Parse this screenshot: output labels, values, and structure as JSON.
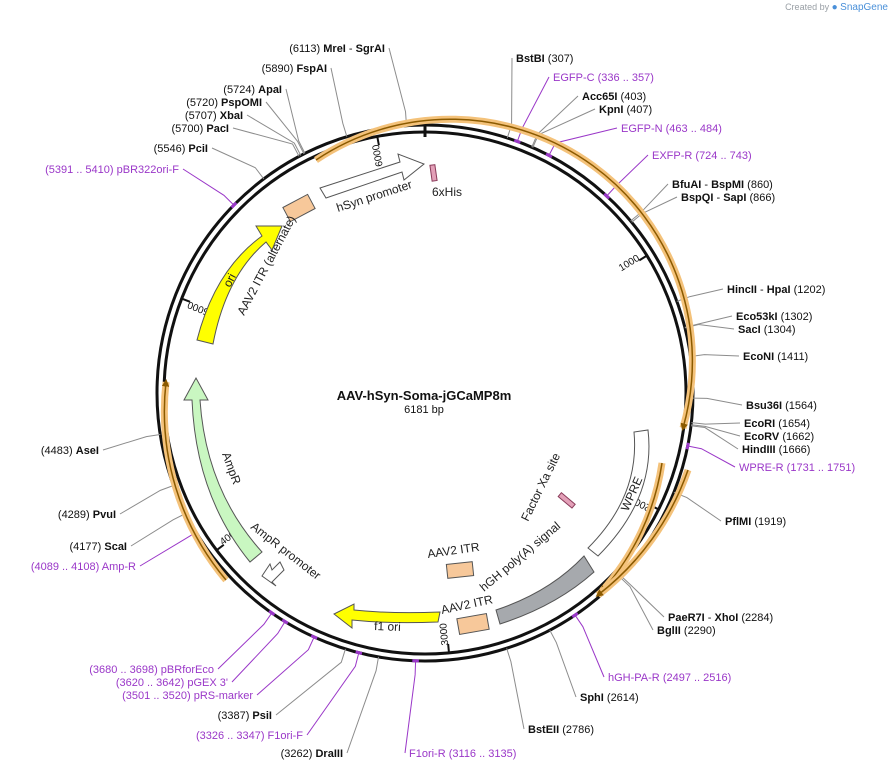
{
  "watermark": {
    "prefix": "Created by",
    "brand": "SnapGene"
  },
  "plasmid": {
    "name": "AAV-hSyn-Soma-jGCaMP8m",
    "size_label": "6181 bp",
    "length": 6181
  },
  "colors": {
    "primer": "#9a37c8",
    "ori": "#ffff00",
    "ampr": "#c9f7c1",
    "itr": "#f7c89a",
    "hgh": "#a6a9ad",
    "orange_arrow": "#f4a53b",
    "brown": "#8b5a00",
    "tick": "#000000"
  },
  "ticks": [
    {
      "pos": 1000,
      "label": "1000"
    },
    {
      "pos": 2000,
      "label": "2000"
    },
    {
      "pos": 3000,
      "label": "3000"
    },
    {
      "pos": 4000,
      "label": "4000"
    },
    {
      "pos": 5000,
      "label": "5000"
    },
    {
      "pos": 6000,
      "label": "6000"
    }
  ],
  "sites": [
    {
      "pos": 6113,
      "left": "(6113)",
      "name": "MreI",
      "sep": "-",
      "name2": "SgrAI"
    },
    {
      "pos": 5890,
      "left": "(5890)",
      "name": "FspAI"
    },
    {
      "pos": 5724,
      "left": "(5724)",
      "name": "ApaI"
    },
    {
      "pos": 5720,
      "left": "(5720)",
      "name": "PspOMI"
    },
    {
      "pos": 5707,
      "left": "(5707)",
      "name": "XbaI"
    },
    {
      "pos": 5700,
      "left": "(5700)",
      "name": "PacI"
    },
    {
      "pos": 5546,
      "left": "(5546)",
      "name": "PciI"
    },
    {
      "pos": 307,
      "name": "BstBI",
      "right": "(307)"
    },
    {
      "pos": 403,
      "name": "Acc65I",
      "right": "(403)"
    },
    {
      "pos": 407,
      "name": "KpnI",
      "right": "(407)"
    },
    {
      "pos": 860,
      "name": "BfuAI",
      "sep": "-",
      "name2": "BspMI",
      "right": "(860)"
    },
    {
      "pos": 866,
      "name": "BspQI",
      "sep": "-",
      "name2": "SapI",
      "right": "(866)"
    },
    {
      "pos": 1202,
      "name": "HincII",
      "sep": "-",
      "name2": "HpaI",
      "right": "(1202)"
    },
    {
      "pos": 1302,
      "name": "Eco53kI",
      "right": "(1302)"
    },
    {
      "pos": 1304,
      "name": "SacI",
      "right": "(1304)"
    },
    {
      "pos": 1411,
      "name": "EcoNI",
      "right": "(1411)"
    },
    {
      "pos": 1564,
      "name": "Bsu36I",
      "right": "(1564)"
    },
    {
      "pos": 1654,
      "name": "EcoRI",
      "right": "(1654)"
    },
    {
      "pos": 1662,
      "name": "EcoRV",
      "right": "(1662)"
    },
    {
      "pos": 1666,
      "name": "HindIII",
      "right": "(1666)"
    },
    {
      "pos": 1919,
      "name": "PflMI",
      "right": "(1919)"
    },
    {
      "pos": 2284,
      "name": "PaeR7I",
      "sep": "-",
      "name2": "XhoI",
      "right": "(2284)"
    },
    {
      "pos": 2290,
      "name": "BglII",
      "right": "(2290)"
    },
    {
      "pos": 2614,
      "name": "SphI",
      "right": "(2614)"
    },
    {
      "pos": 2786,
      "name": "BstEII",
      "right": "(2786)"
    },
    {
      "pos": 3262,
      "left": "(3262)",
      "name": "DraIII"
    },
    {
      "pos": 3387,
      "left": "(3387)",
      "name": "PsiI"
    },
    {
      "pos": 4177,
      "left": "(4177)",
      "name": "ScaI"
    },
    {
      "pos": 4289,
      "left": "(4289)",
      "name": "PvuI"
    },
    {
      "pos": 4483,
      "left": "(4483)",
      "name": "AseI"
    }
  ],
  "primers": [
    {
      "pos": 346,
      "name": "EGFP-C",
      "range": "(336 .. 357)"
    },
    {
      "pos": 473,
      "name": "EGFP-N",
      "range": "(463 .. 484)"
    },
    {
      "pos": 733,
      "name": "EXFP-R",
      "range": "(724 .. 743)"
    },
    {
      "pos": 1741,
      "name": "WPRE-R",
      "range": "(1731 .. 1751)"
    },
    {
      "pos": 2506,
      "name": "hGH-PA-R",
      "range": "(2497 .. 2516)"
    },
    {
      "pos": 3125,
      "name": "F1ori-R",
      "range": "(3116 .. 3135)"
    },
    {
      "pos": 3336,
      "range": "(3326 .. 3347)",
      "name": "F1ori-F"
    },
    {
      "pos": 3510,
      "range": "(3501 .. 3520)",
      "name": "pRS-marker"
    },
    {
      "pos": 3631,
      "range": "(3620 .. 3642)",
      "name": "pGEX 3'"
    },
    {
      "pos": 3689,
      "range": "(3680 .. 3698)",
      "name": "pBRforEco"
    },
    {
      "pos": 4098,
      "range": "(4089 .. 4108)",
      "name": "Amp-R"
    },
    {
      "pos": 5400,
      "range": "(5391 .. 5410)",
      "name": "pBR322ori-F"
    }
  ],
  "features": {
    "hsyn": "hSyn promoter",
    "his": "6xHis",
    "itr_alt": "AAV2 ITR (alternate)",
    "ori": "ori",
    "ampr": "AmpR",
    "ampr_promoter": "AmpR promoter",
    "f1ori": "f1 ori",
    "itr1": "AAV2 ITR",
    "itr2": "AAV2 ITR",
    "hgh": "hGH poly(A) signal",
    "wpre": "WPRE",
    "factor_xa": "Factor Xa site"
  }
}
